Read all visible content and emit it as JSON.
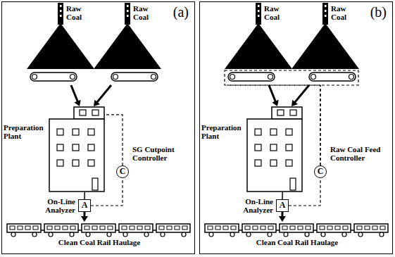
{
  "diagram": {
    "nodes": [
      {
        "text": [
          "(a)"
        ]
      },
      {
        "text": [
          "Raw Coal"
        ],
        "in": 0
      },
      {
        "text": [
          "Raw Coal"
        ],
        "in": 0
      },
      {
        "text": [
          "Preparation Plant"
        ],
        "in": 0
      },
      {
        "text": [
          "C",
          "SG Cutpoint Controller"
        ],
        "in": 0
      },
      {
        "text": [
          "A",
          "On-Line Analyzer"
        ],
        "in": 0
      },
      {
        "text": [
          "Clean Coal Rail Haulage"
        ],
        "in": 0
      },
      {
        "text": [
          "(b)"
        ]
      },
      {
        "text": [
          "Raw Coal"
        ],
        "in": 7
      },
      {
        "text": [
          "Raw Coal"
        ],
        "in": 7
      },
      {
        "text": [
          "Preparation Plant"
        ],
        "in": 7
      },
      {
        "text": [
          "C",
          "Raw Coal Feed Controller"
        ],
        "in": 7
      },
      {
        "text": [
          "A",
          "On-Line Analyzer"
        ],
        "in": 7
      },
      {
        "text": [
          "Clean Coal Rail Haulage"
        ],
        "in": 7
      }
    ],
    "edges": [
      {
        "from": 1,
        "to": 3,
        "arrow": "to"
      },
      {
        "from": 2,
        "to": 3,
        "arrow": "to"
      },
      {
        "from": 3,
        "to": 5,
        "arrow": "none"
      },
      {
        "from": 5,
        "to": 6,
        "arrow": "to"
      },
      {
        "from": 5,
        "to": 4,
        "arrow": "none"
      },
      {
        "from": 4,
        "to": 3,
        "arrow": "none"
      },
      {
        "from": 8,
        "to": 10,
        "arrow": "to"
      },
      {
        "from": 9,
        "to": 10,
        "arrow": "to"
      },
      {
        "from": 10,
        "to": 12,
        "arrow": "none"
      },
      {
        "from": 12,
        "to": 13,
        "arrow": "to"
      },
      {
        "from": 12,
        "to": 11,
        "arrow": "none"
      },
      {
        "from": 11,
        "to": 8,
        "arrow": "none"
      },
      {
        "from": 11,
        "to": 9,
        "arrow": "none"
      }
    ]
  }
}
